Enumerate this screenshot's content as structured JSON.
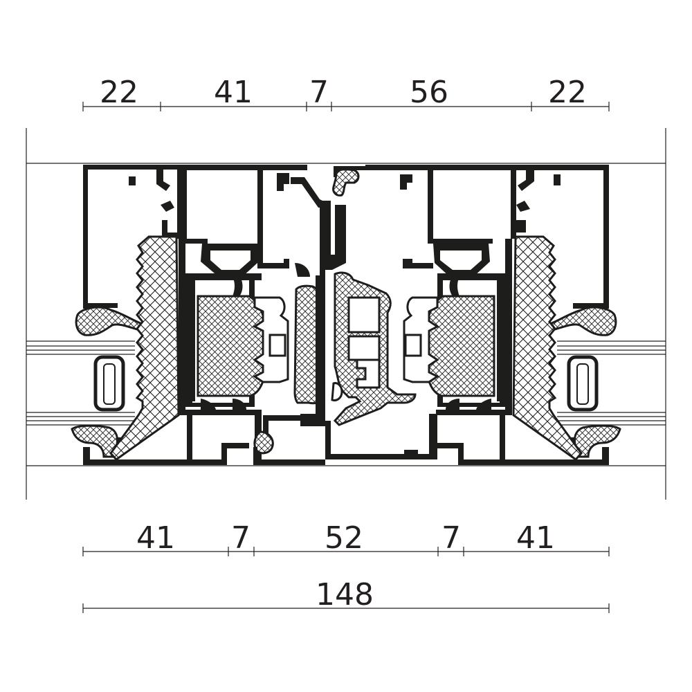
{
  "colors": {
    "ink": "#1d1d1b",
    "paper": "#ffffff"
  },
  "dimensions": {
    "top": [
      "22",
      "41",
      "7",
      "56",
      "22"
    ],
    "bottom": [
      "41",
      "7",
      "52",
      "7",
      "41"
    ],
    "overall": "148"
  }
}
